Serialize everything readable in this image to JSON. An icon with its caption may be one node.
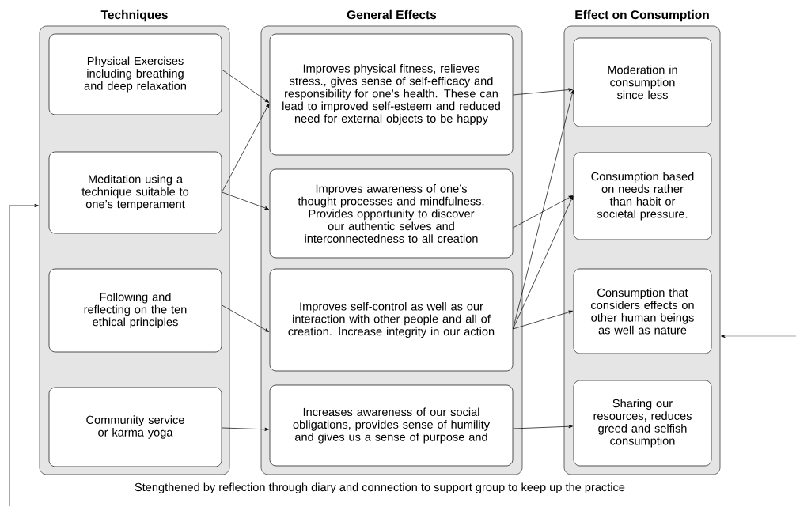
{
  "diagram": {
    "nodes": [
      {
        "text": [
          "Techniques"
        ]
      },
      {
        "text": [
          "Physical Exercises including breathing and deep relaxation"
        ],
        "in": 0
      },
      {
        "text": [
          "Meditation using a technique suitable to one’s temperament"
        ],
        "in": 0
      },
      {
        "text": [
          "Following and reflecting on the ten ethical principles"
        ],
        "in": 0
      },
      {
        "text": [
          "Community service or karma yoga"
        ],
        "in": 0
      },
      {
        "text": [
          "General Effects"
        ]
      },
      {
        "text": [
          "Improves physical fitness, relieves stress., gives sense of self-efficacy and responsibility for one’s health. These can lead to improved self-esteem and reduced need for external objects to be happy"
        ],
        "in": 5
      },
      {
        "text": [
          "Improves awareness of one’s thought processes and mindfulness. Provides opportunity to discover our authentic selves and interconnectedness to all creation"
        ],
        "in": 5
      },
      {
        "text": [
          "Improves self-control as well as our interaction with other people and all of creation. Increase integrity in our action"
        ],
        "in": 5
      },
      {
        "text": [
          "Increases awareness of our social obligations, provides sense of humility and gives us a sense of purpose and"
        ],
        "in": 5
      },
      {
        "text": [
          "Effect on Consumption"
        ]
      },
      {
        "text": [
          "Moderation in consumption since less"
        ],
        "in": 10
      },
      {
        "text": [
          "Consumption based on needs rather than habit or societal pressure."
        ],
        "in": 10
      },
      {
        "text": [
          "Consumption that considers effects on other human beings as well as nature"
        ],
        "in": 10
      },
      {
        "text": [
          "Sharing our resources, reduces greed and selfish consumption"
        ],
        "in": 10
      }
    ],
    "edges": [
      {
        "from": 1,
        "to": 6,
        "arrow": "to"
      },
      {
        "from": 2,
        "to": 6,
        "arrow": "to"
      },
      {
        "from": 2,
        "to": 7,
        "arrow": "to"
      },
      {
        "from": 3,
        "to": 8,
        "arrow": "to"
      },
      {
        "from": 4,
        "to": 9,
        "arrow": "to"
      },
      {
        "from": 6,
        "to": 11,
        "arrow": "to"
      },
      {
        "from": 7,
        "to": 12,
        "arrow": "to"
      },
      {
        "from": 8,
        "to": 11,
        "arrow": "to"
      },
      {
        "from": 8,
        "to": 12,
        "arrow": "to"
      },
      {
        "from": 8,
        "to": 13,
        "arrow": "to"
      },
      {
        "from": 9,
        "to": 14,
        "arrow": "to"
      },
      {
        "from": null,
        "to": 0,
        "arrow": "to"
      },
      {
        "from": null,
        "to": 10,
        "arrow": "to"
      }
    ],
    "labels": [
      "Stengthened by reflection through diary and connection to support group to keep up the practice"
    ]
  }
}
